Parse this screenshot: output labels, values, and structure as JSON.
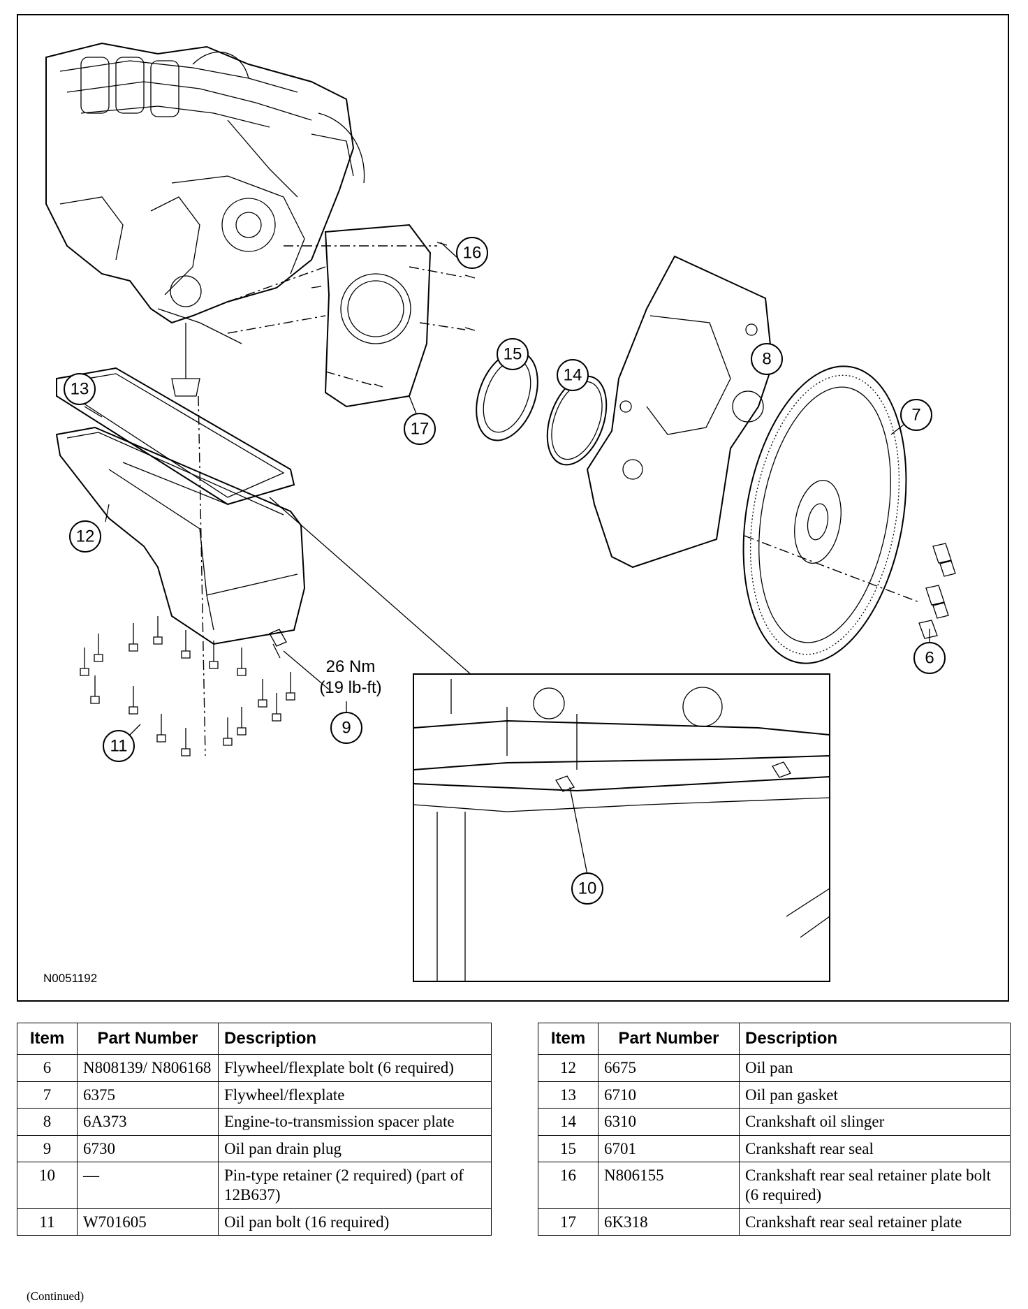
{
  "figure": {
    "figure_id": "N0051192",
    "torque_label": "26 Nm",
    "torque_label_imperial": "(19 lb-ft)",
    "callouts": [
      "6",
      "7",
      "8",
      "9",
      "10",
      "11",
      "12",
      "13",
      "14",
      "15",
      "16",
      "17"
    ]
  },
  "tables": [
    {
      "headers": [
        "Item",
        "Part Number",
        "Description"
      ],
      "rows": [
        {
          "item": "6",
          "part": "N808139/ N806168",
          "desc": "Flywheel/flexplate bolt (6 required)"
        },
        {
          "item": "7",
          "part": "6375",
          "desc": "Flywheel/flexplate"
        },
        {
          "item": "8",
          "part": "6A373",
          "desc": "Engine-to-transmission spacer plate"
        },
        {
          "item": "9",
          "part": "6730",
          "desc": "Oil pan drain plug"
        },
        {
          "item": "10",
          "part": "—",
          "desc": "Pin-type retainer (2 required) (part of 12B637)"
        },
        {
          "item": "11",
          "part": "W701605",
          "desc": "Oil pan bolt (16 required)"
        }
      ]
    },
    {
      "headers": [
        "Item",
        "Part Number",
        "Description"
      ],
      "rows": [
        {
          "item": "12",
          "part": "6675",
          "desc": "Oil pan"
        },
        {
          "item": "13",
          "part": "6710",
          "desc": "Oil pan gasket"
        },
        {
          "item": "14",
          "part": "6310",
          "desc": "Crankshaft oil slinger"
        },
        {
          "item": "15",
          "part": "6701",
          "desc": "Crankshaft rear seal"
        },
        {
          "item": "16",
          "part": "N806155",
          "desc": "Crankshaft rear seal retainer plate bolt (6 required)"
        },
        {
          "item": "17",
          "part": "6K318",
          "desc": "Crankshaft rear seal retainer plate"
        }
      ]
    }
  ],
  "footer": {
    "continued": "(Continued)"
  }
}
